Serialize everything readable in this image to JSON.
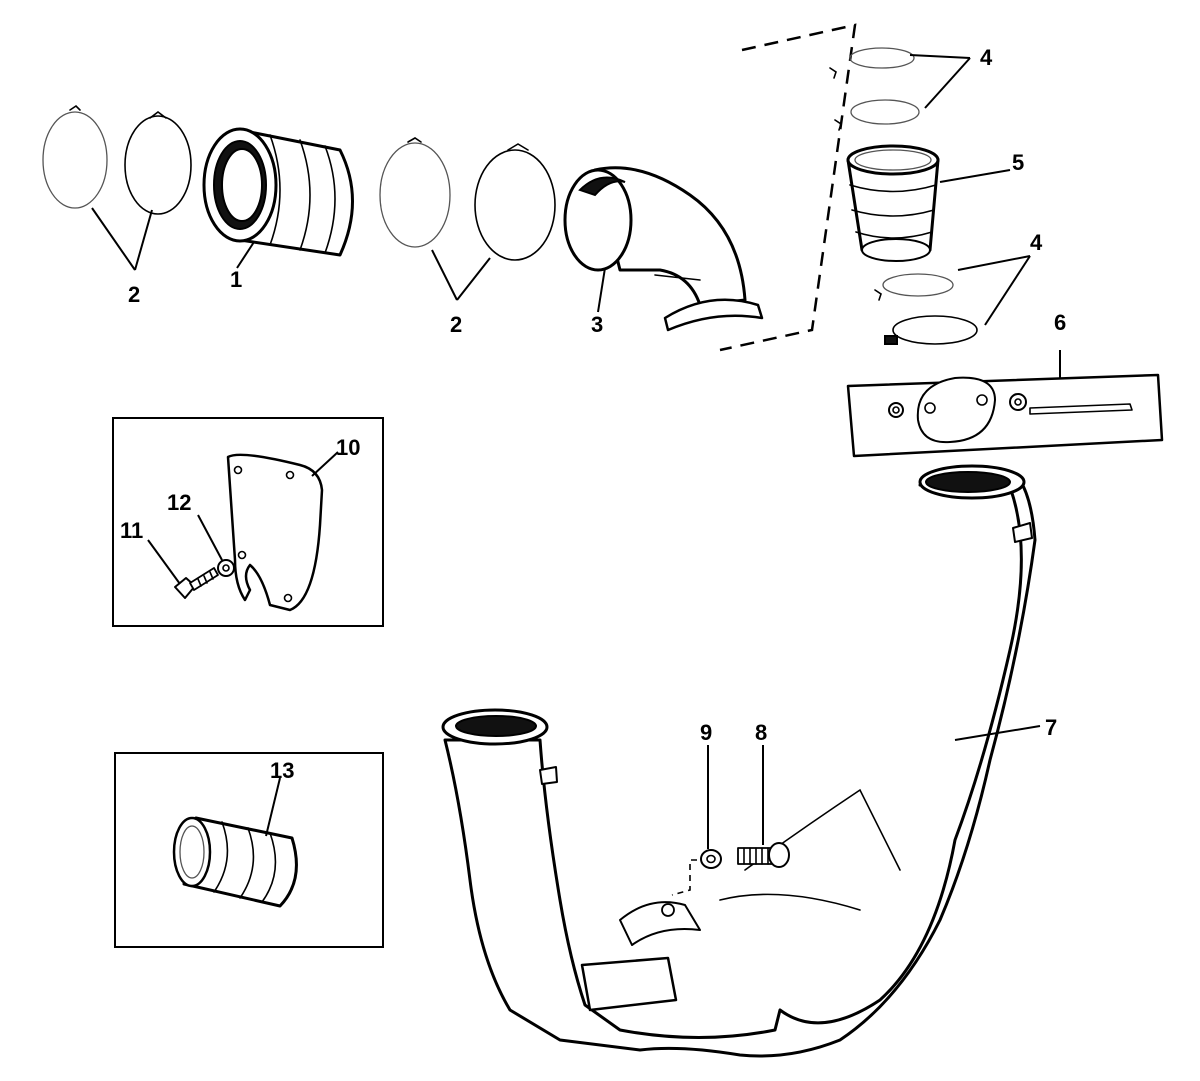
{
  "diagram": {
    "callouts": [
      {
        "id": "c1",
        "text": "1"
      },
      {
        "id": "c2a",
        "text": "2"
      },
      {
        "id": "c2b",
        "text": "2"
      },
      {
        "id": "c3",
        "text": "3"
      },
      {
        "id": "c4a",
        "text": "4"
      },
      {
        "id": "c4b",
        "text": "4"
      },
      {
        "id": "c5",
        "text": "5"
      },
      {
        "id": "c6",
        "text": "6"
      },
      {
        "id": "c7",
        "text": "7"
      },
      {
        "id": "c8",
        "text": "8"
      },
      {
        "id": "c9",
        "text": "9"
      },
      {
        "id": "c10",
        "text": "10"
      },
      {
        "id": "c11",
        "text": "11"
      },
      {
        "id": "c12",
        "text": "12"
      },
      {
        "id": "c13",
        "text": "13"
      }
    ],
    "colors": {
      "line": "#000000",
      "background": "#ffffff"
    }
  }
}
